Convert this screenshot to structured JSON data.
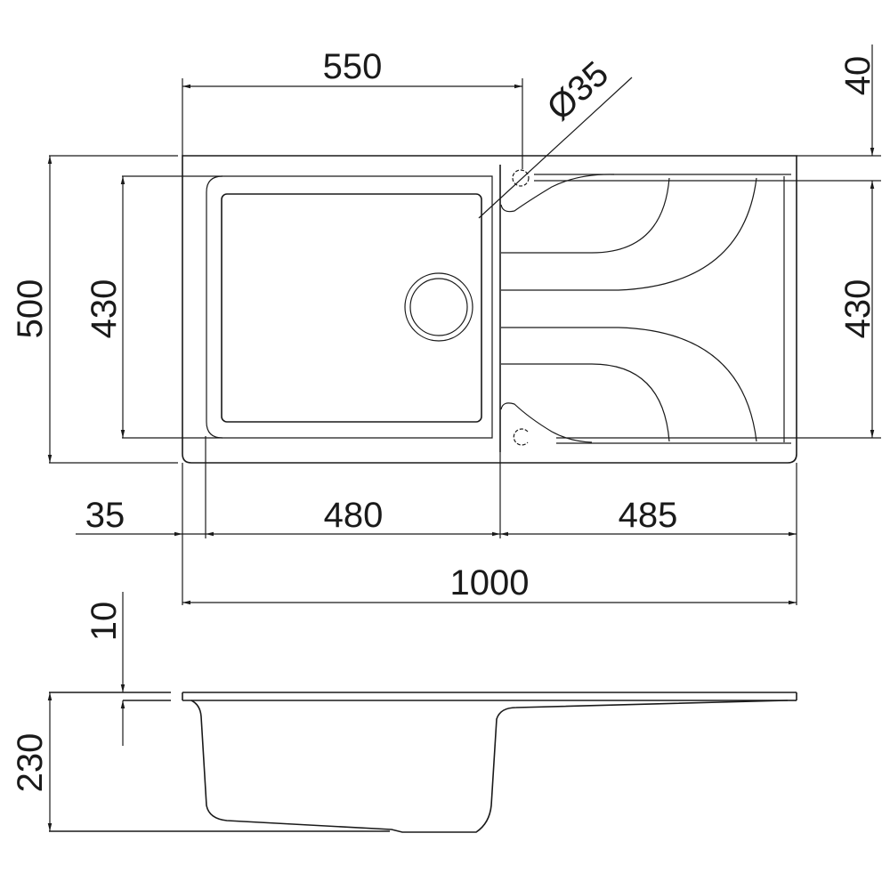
{
  "drawing": {
    "type": "technical-drawing",
    "subject": "kitchen sink with drainboard",
    "units": "mm",
    "stroke_color": "#1a1a1a",
    "background": "#ffffff"
  },
  "top_view": {
    "dimensions": {
      "overall_width": "1000",
      "overall_depth": "500",
      "bowl_offset_width": "550",
      "tap_hole": "Ø35",
      "top_offset": "40",
      "bowl_depth_left": "430",
      "drainer_depth_right": "430",
      "left_rim": "35",
      "bowl_width": "480",
      "drainer_width": "485"
    }
  },
  "side_view": {
    "dimensions": {
      "rim_thickness": "10",
      "total_height": "230"
    }
  }
}
